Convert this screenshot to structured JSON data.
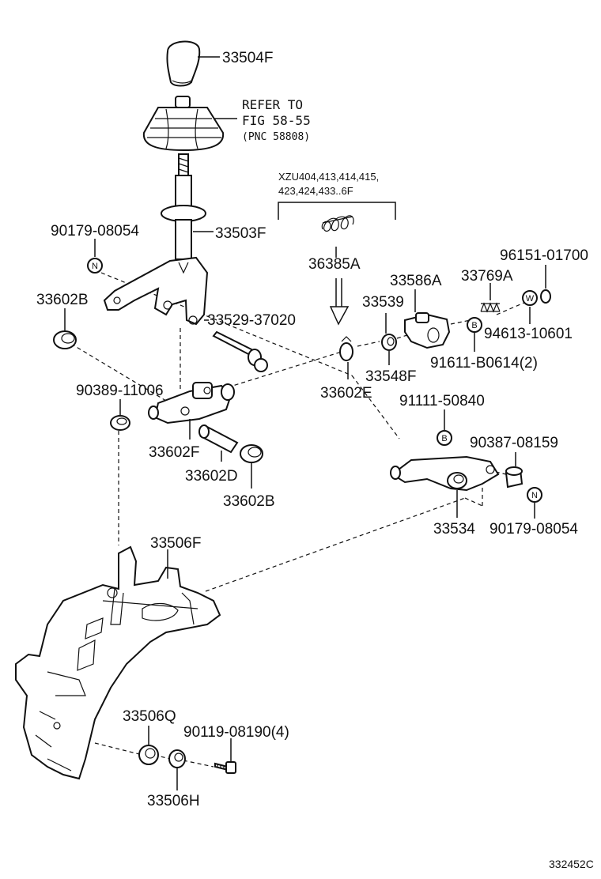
{
  "diagram": {
    "figure_id": "332452C",
    "parts": {
      "p33504F": "33504F",
      "p33503F": "33503F",
      "p90179_a": "90179-08054",
      "p33602B_a": "33602B",
      "p33529": "33529-37020",
      "p90389": "90389-11006",
      "p33602F": "33602F",
      "p33602D": "33602D",
      "p33602B_b": "33602B",
      "p36385A": "36385A",
      "p33586A": "33586A",
      "p33769A": "33769A",
      "p96151": "96151-01700",
      "p33539": "33539",
      "p94613": "94613-10601",
      "p33548F": "33548F",
      "p91611": "91611-B0614(2)",
      "p33602E": "33602E",
      "p91111": "91111-50840",
      "p90387": "90387-08159",
      "p33534": "33534",
      "p90179_b": "90179-08054",
      "p33506F": "33506F",
      "p33506Q": "33506Q",
      "p90119": "90119-08190(4)",
      "p33506H": "33506H"
    },
    "refer": {
      "line1": "REFER TO",
      "line2": "FIG 58-55",
      "line3": "(PNC 58808)"
    },
    "applicability": {
      "line1": "XZU404,413,414,415,",
      "line2": "423,424,433..6F"
    },
    "callouts": {
      "n": "N",
      "b": "B",
      "w": "W"
    }
  }
}
